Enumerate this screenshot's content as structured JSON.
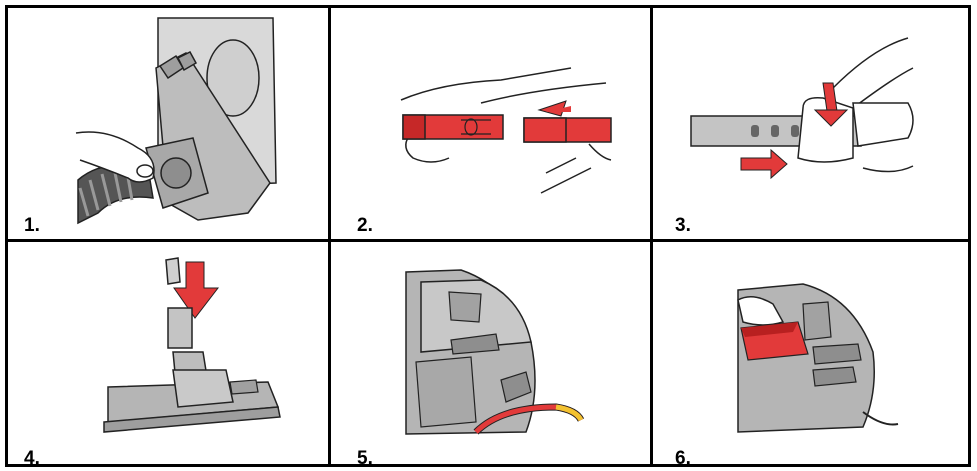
{
  "steps": [
    {
      "label": "1.",
      "icon": "hose-connect-icon"
    },
    {
      "label": "2.",
      "icon": "tube-join-icon"
    },
    {
      "label": "3.",
      "icon": "tube-adjust-icon"
    },
    {
      "label": "4.",
      "icon": "floor-nozzle-icon"
    },
    {
      "label": "5.",
      "icon": "cord-rewind-icon"
    },
    {
      "label": "6.",
      "icon": "filter-cover-icon"
    }
  ],
  "colors": {
    "accent": "#e23a3a",
    "accent_dark": "#b82020",
    "body_gray": "#b9b9b9",
    "light_gray": "#d9d9d9",
    "outline": "#222222",
    "cord_yellow": "#f2c230",
    "border": "#000000"
  }
}
